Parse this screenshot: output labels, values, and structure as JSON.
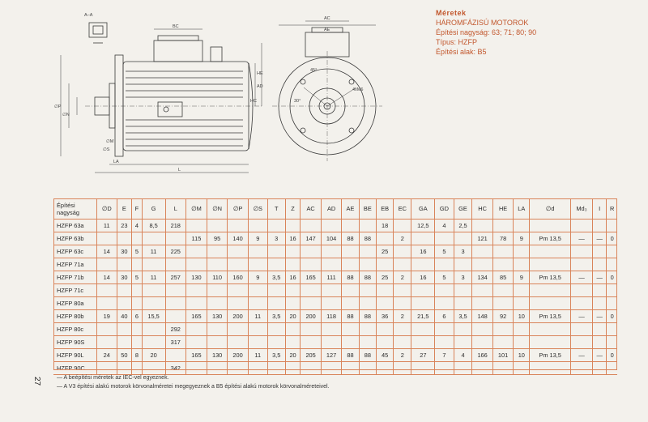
{
  "header": {
    "title": "Méretek",
    "lines": [
      "HÁROMFÁZISÚ MOTOROK",
      "Építési nagyság: 63; 71; 80; 90",
      "Típus: HZFP",
      "Építési alak: B5"
    ]
  },
  "drawing": {
    "section_label": "A–A",
    "labels": {
      "b": "BC",
      "ac": "AC",
      "ad": "AD",
      "ae": "AE",
      "hc": "HC",
      "he": "HE",
      "l": "L",
      "la": "LA",
      "p": "∅P",
      "n": "∅N",
      "m": "∅M",
      "s": "∅S",
      "angle45": "45°",
      "angle30": "30°",
      "thread": "4xM6"
    }
  },
  "table": {
    "headers": [
      "Építési nagyság",
      "∅D",
      "E",
      "F",
      "G",
      "L",
      "∅M",
      "∅N",
      "∅P",
      "∅S",
      "T",
      "Z",
      "AC",
      "AD",
      "AE",
      "BE",
      "EB",
      "EC",
      "GA",
      "GD",
      "GE",
      "HC",
      "HE",
      "LA",
      "∅d",
      "Md₃",
      "I",
      "R"
    ],
    "rows": [
      [
        "HZFP 63a",
        "11",
        "23",
        "4",
        "8,5",
        "218",
        "",
        "",
        "",
        "",
        "",
        "",
        "",
        "",
        "",
        "",
        "18",
        "",
        "12,5",
        "4",
        "2,5",
        "",
        "",
        "",
        "",
        "",
        "",
        ""
      ],
      [
        "HZFP 63b",
        "",
        "",
        "",
        "",
        "",
        "115",
        "95",
        "140",
        "9",
        "3",
        "16",
        "147",
        "104",
        "88",
        "88",
        "",
        "2",
        "",
        "",
        "",
        "121",
        "78",
        "9",
        "Pm 13,5",
        "—",
        "—",
        "0"
      ],
      [
        "HZFP 63c",
        "14",
        "30",
        "5",
        "11",
        "225",
        "",
        "",
        "",
        "",
        "",
        "",
        "",
        "",
        "",
        "",
        "25",
        "",
        "16",
        "5",
        "3",
        "",
        "",
        "",
        "",
        "",
        "",
        ""
      ],
      [
        "HZFP 71a",
        "",
        "",
        "",
        "",
        "",
        "",
        "",
        "",
        "",
        "",
        "",
        "",
        "",
        "",
        "",
        "",
        "",
        "",
        "",
        "",
        "",
        "",
        "",
        "",
        "",
        "",
        ""
      ],
      [
        "HZFP 71b",
        "14",
        "30",
        "5",
        "11",
        "257",
        "130",
        "110",
        "160",
        "9",
        "3,5",
        "16",
        "165",
        "111",
        "88",
        "88",
        "25",
        "2",
        "16",
        "5",
        "3",
        "134",
        "85",
        "9",
        "Pm 13,5",
        "—",
        "—",
        "0"
      ],
      [
        "HZFP 71c",
        "",
        "",
        "",
        "",
        "",
        "",
        "",
        "",
        "",
        "",
        "",
        "",
        "",
        "",
        "",
        "",
        "",
        "",
        "",
        "",
        "",
        "",
        "",
        "",
        "",
        "",
        ""
      ],
      [
        "HZFP 80a",
        "",
        "",
        "",
        "",
        "",
        "",
        "",
        "",
        "",
        "",
        "",
        "",
        "",
        "",
        "",
        "",
        "",
        "",
        "",
        "",
        "",
        "",
        "",
        "",
        "",
        "",
        ""
      ],
      [
        "HZFP 80b",
        "19",
        "40",
        "6",
        "15,5",
        "",
        "165",
        "130",
        "200",
        "11",
        "3,5",
        "20",
        "200",
        "118",
        "88",
        "88",
        "36",
        "2",
        "21,5",
        "6",
        "3,5",
        "148",
        "92",
        "10",
        "Pm 13,5",
        "—",
        "—",
        "0"
      ],
      [
        "HZFP 80c",
        "",
        "",
        "",
        "",
        "292",
        "",
        "",
        "",
        "",
        "",
        "",
        "",
        "",
        "",
        "",
        "",
        "",
        "",
        "",
        "",
        "",
        "",
        "",
        "",
        "",
        "",
        ""
      ],
      [
        "HZFP 90S",
        "",
        "",
        "",
        "",
        "317",
        "",
        "",
        "",
        "",
        "",
        "",
        "",
        "",
        "",
        "",
        "",
        "",
        "",
        "",
        "",
        "",
        "",
        "",
        "",
        "",
        "",
        ""
      ],
      [
        "HZFP 90L",
        "24",
        "50",
        "8",
        "20",
        "",
        "165",
        "130",
        "200",
        "11",
        "3,5",
        "20",
        "205",
        "127",
        "88",
        "88",
        "45",
        "2",
        "27",
        "7",
        "4",
        "166",
        "101",
        "10",
        "Pm 13,5",
        "—",
        "—",
        "0"
      ],
      [
        "HZFP 90C",
        "",
        "",
        "",
        "",
        "342",
        "",
        "",
        "",
        "",
        "",
        "",
        "",
        "",
        "",
        "",
        "",
        "",
        "",
        "",
        "",
        "",
        "",
        "",
        "",
        "",
        "",
        ""
      ]
    ]
  },
  "footnotes": [
    "— A beépítési méretek az IEC-vel egyeznek.",
    "— A V3 építési alakú motorok körvonalméretei megegyeznek a B5 építési alakú motorok körvonalméreteivel."
  ],
  "page_number": "27",
  "colors": {
    "accent": "#d9845a",
    "info_text": "#c2572d",
    "line": "#3a3a3a"
  }
}
